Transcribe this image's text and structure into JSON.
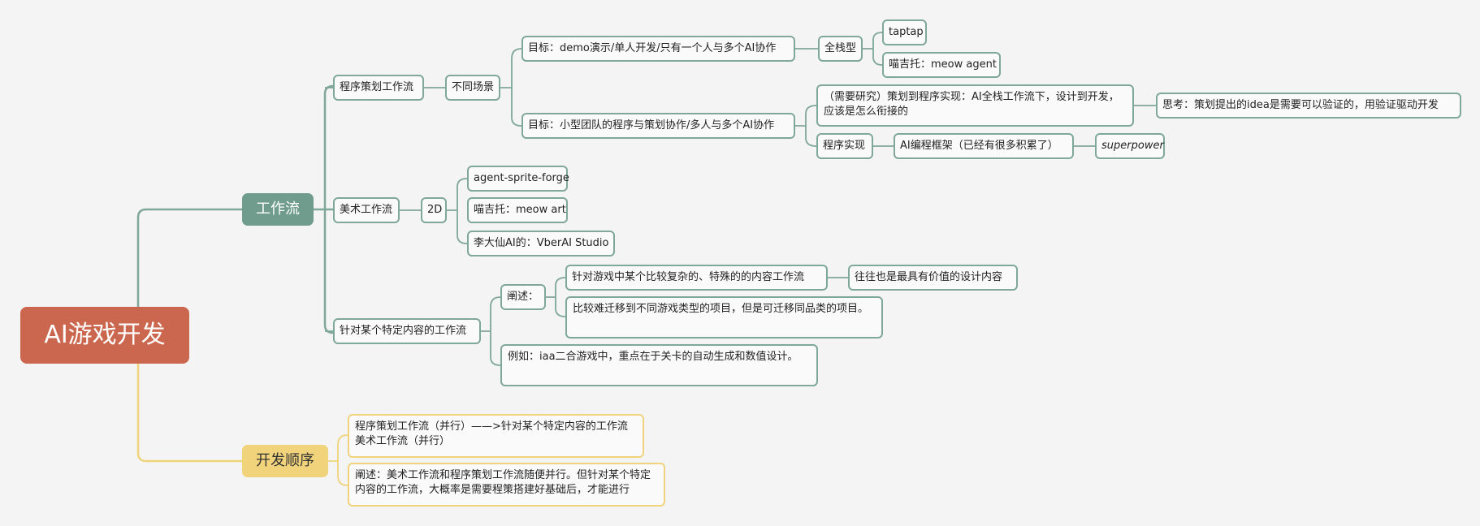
{
  "root": "AI游戏开发",
  "workflow": {
    "label": "工作流",
    "program": {
      "label": "程序策划工作流",
      "scenes": "不同场景",
      "goal1": "目标：demo演示/单人开发/只有一个人与多个AI协作",
      "fullstack": "全栈型",
      "taptap": "taptap",
      "meow_agent": "喵吉托：meow agent",
      "goal2": "目标：小型团队的程序与策划协作/多人与多个AI协作",
      "research": "（需要研究）策划到程序实现：AI全栈工作流下，设计到开发，应该是怎么衔接的",
      "thinking": "思考：策划提出的idea是需要可以验证的，用验证驱动开发",
      "impl": "程序实现",
      "framework": "AI编程框架（已经有很多积累了）",
      "superpower": "superpower"
    },
    "art": {
      "label": "美术工作流",
      "twoD": "2D",
      "sprite_forge": "agent-sprite-forge",
      "meow_art": "喵吉托：meow art",
      "vberai": "李大仙AI的：VberAI Studio"
    },
    "specific": {
      "label": "针对某个特定内容的工作流",
      "desc": "阐述：",
      "desc1": "针对游戏中某个比较复杂的、特殊的的内容工作流",
      "desc1_child": "往往也是最具有价值的设计内容",
      "desc2": "比较难迁移到不同游戏类型的项目，但是可迁移同品类的项目。",
      "example": "例如：iaa二合游戏中，重点在于关卡的自动生成和数值设计。"
    }
  },
  "order": {
    "label": "开发顺序",
    "item1_line1": "程序策划工作流（并行）——>针对某个特定内容的工作流",
    "item1_line2": "美术工作流（并行）",
    "item2": "阐述：美术工作流和程序策划工作流随便并行。但针对某个特定内容的工作流，大概率是需要程策搭建好基础后，才能进行"
  },
  "colors": {
    "root": "#cc674f",
    "workflow_branch": "#709c8e",
    "workflow_link": "#7fa79a",
    "order_branch": "#f1d37b",
    "order_link": "#f0d37c",
    "background": "#f4f4f5"
  }
}
